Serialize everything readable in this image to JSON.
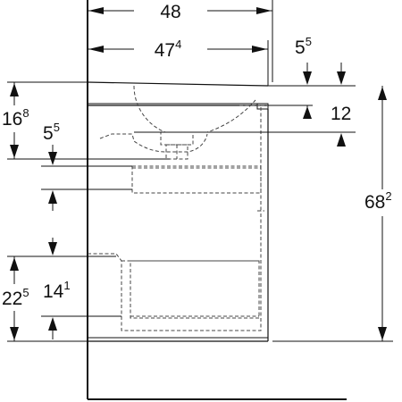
{
  "dimensions": {
    "overall_width": {
      "main": "48",
      "sup": ""
    },
    "inner_width": {
      "main": "47",
      "sup": "4"
    },
    "top_offset_right": {
      "main": "5",
      "sup": "5"
    },
    "basin_depth": {
      "main": "12",
      "sup": ""
    },
    "upper_height": {
      "main": "16",
      "sup": "8"
    },
    "upper_gap": {
      "main": "5",
      "sup": "5"
    },
    "total_height": {
      "main": "68",
      "sup": "2"
    },
    "lower_height": {
      "main": "22",
      "sup": "5"
    },
    "drawer_height": {
      "main": "14",
      "sup": "1"
    }
  }
}
